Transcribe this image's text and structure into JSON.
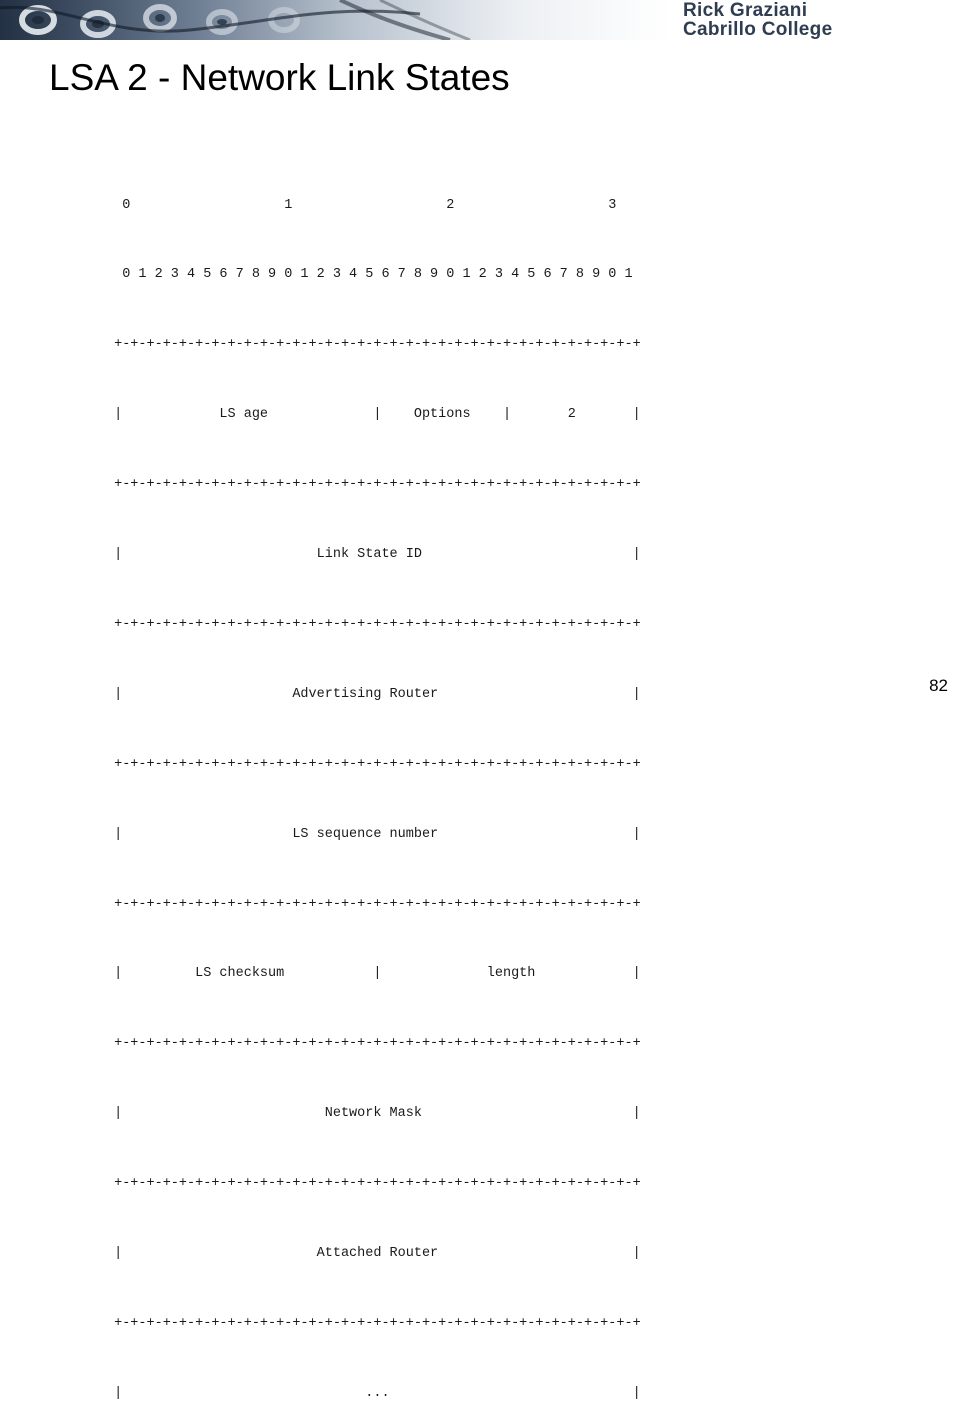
{
  "header": {
    "logo_line1": "Rick Graziani",
    "logo_line2": "Cabrillo College"
  },
  "slide": {
    "title": "LSA 2 - Network Link States",
    "page_number": "82"
  },
  "diagram": {
    "lines": [
      "  0                   1                   2                   3",
      "  0 1 2 3 4 5 6 7 8 9 0 1 2 3 4 5 6 7 8 9 0 1 2 3 4 5 6 7 8 9 0 1",
      " +-+-+-+-+-+-+-+-+-+-+-+-+-+-+-+-+-+-+-+-+-+-+-+-+-+-+-+-+-+-+-+-+",
      " |            LS age             |    Options    |       2       |",
      " +-+-+-+-+-+-+-+-+-+-+-+-+-+-+-+-+-+-+-+-+-+-+-+-+-+-+-+-+-+-+-+-+",
      " |                        Link State ID                          |",
      " +-+-+-+-+-+-+-+-+-+-+-+-+-+-+-+-+-+-+-+-+-+-+-+-+-+-+-+-+-+-+-+-+",
      " |                     Advertising Router                        |",
      " +-+-+-+-+-+-+-+-+-+-+-+-+-+-+-+-+-+-+-+-+-+-+-+-+-+-+-+-+-+-+-+-+",
      " |                     LS sequence number                        |",
      " +-+-+-+-+-+-+-+-+-+-+-+-+-+-+-+-+-+-+-+-+-+-+-+-+-+-+-+-+-+-+-+-+",
      " |         LS checksum           |             length            |",
      " +-+-+-+-+-+-+-+-+-+-+-+-+-+-+-+-+-+-+-+-+-+-+-+-+-+-+-+-+-+-+-+-+",
      " |                         Network Mask                          |",
      " +-+-+-+-+-+-+-+-+-+-+-+-+-+-+-+-+-+-+-+-+-+-+-+-+-+-+-+-+-+-+-+-+",
      " |                        Attached Router                        |",
      " +-+-+-+-+-+-+-+-+-+-+-+-+-+-+-+-+-+-+-+-+-+-+-+-+-+-+-+-+-+-+-+-+",
      " |                              ...                              |"
    ]
  }
}
